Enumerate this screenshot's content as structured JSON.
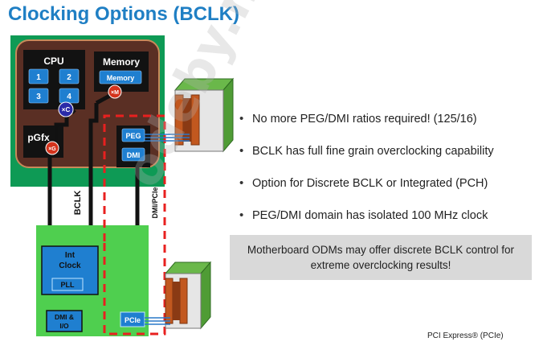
{
  "title": "Clocking Options (BCLK)",
  "cpu_package": {
    "cpu_label": "CPU",
    "cores": [
      "1",
      "2",
      "3",
      "4"
    ],
    "memory_label": "Memory",
    "memory_controller_label": "Memory",
    "pgfx_label": "pGfx",
    "core_ratio_badge": "×C",
    "memory_ratio_badge": "×M",
    "gfx_ratio_badge": "×G",
    "peg_label": "PEG",
    "dmi_label": "DMI"
  },
  "pch": {
    "int_clock_label": [
      "Int",
      "Clock"
    ],
    "pll_label": "PLL",
    "dmi_io_label": [
      "DMI &",
      "I/O"
    ],
    "pcie_label": "PCIe"
  },
  "wire_labels": {
    "bclk": "BCLK",
    "dmi_pcie": "DMI/PCIe"
  },
  "bullets": [
    "No more PEG/DMI ratios required! (125/16)",
    "BCLK has full fine grain overclocking capability",
    "Option for Discrete BCLK or Integrated (PCH)",
    "PEG/DMI domain has isolated 100 MHz clock"
  ],
  "note": "Motherboard ODMs may offer discrete BCLK control for extreme overclocking results!",
  "footnote": "PCI Express® (PCIe)",
  "watermark": "odeby.net",
  "colors": {
    "title": "#1f7fc4",
    "package_green": "#0e9a55",
    "die_brown": "#5a2f24",
    "block_blue": "#1f7fd0",
    "pch_green": "#4fcf4f",
    "dashed_red": "#e8201f"
  }
}
